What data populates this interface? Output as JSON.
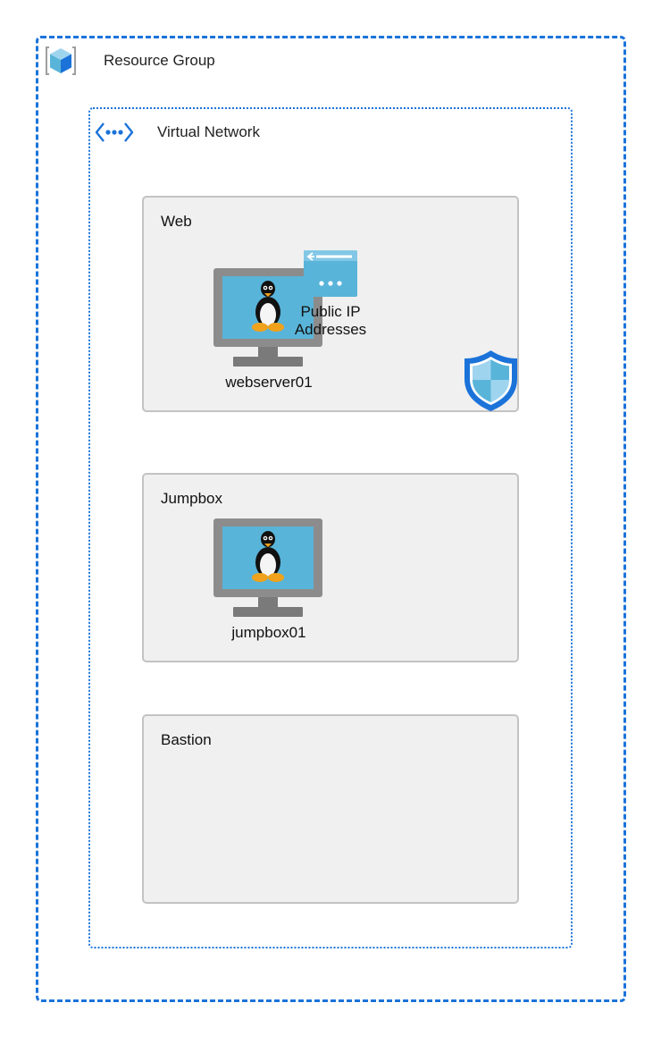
{
  "resource_group": {
    "label": "Resource Group",
    "icon": "cube-icon",
    "color": "#1b73d9"
  },
  "virtual_network": {
    "label": "Virtual Network",
    "icon": "vnet-icon",
    "color": "#1b73d9"
  },
  "subnets": {
    "web": {
      "label": "Web",
      "vm_name": "webserver01",
      "public_ip_label": "Public IP Addresses"
    },
    "jumpbox": {
      "label": "Jumpbox",
      "vm_name": "jumpbox01"
    },
    "bastion": {
      "label": "Bastion"
    }
  },
  "icons": {
    "vm": "linux-vm-icon",
    "public_ip": "public-ip-icon",
    "nsg": "shield-icon"
  },
  "colors": {
    "subnet_fill": "#f0f0f0",
    "subnet_border": "#c3c3c3",
    "monitor_frame": "#8c8c8c",
    "screen": "#59b4d9",
    "shield": "#1b73d9"
  }
}
